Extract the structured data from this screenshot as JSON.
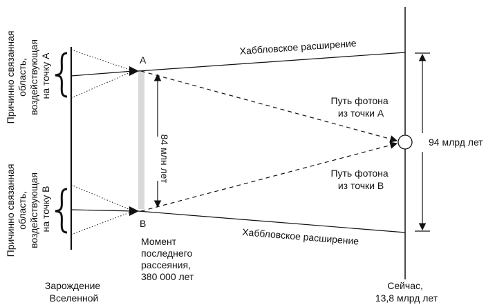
{
  "labels": {
    "causal_a": [
      "Причинно связанная",
      "область,",
      "воздействующая",
      "на точку A"
    ],
    "causal_b": [
      "Причинно связанная",
      "область,",
      "воздействующая",
      "на точку B"
    ],
    "point_a": "A",
    "point_b": "B",
    "hubble_top": "Хаббловское расширение",
    "hubble_bottom": "Хаббловское расширение",
    "photon_a": [
      "Путь фотона",
      "из точки A"
    ],
    "photon_b": [
      "Путь фотона",
      "из точки B"
    ],
    "distance_now": "94 млрд лет",
    "distance_then": "84 млн лет",
    "last_scattering": [
      "Момент",
      "последнего",
      "рассеяния,",
      "380 000 лет"
    ],
    "origin": [
      "Зарождение",
      "Вселенной"
    ],
    "now": [
      "Сейчас,",
      "13,8 млрд лет"
    ]
  },
  "colors": {
    "line": "#111111",
    "bar": "#d9d9d9"
  }
}
